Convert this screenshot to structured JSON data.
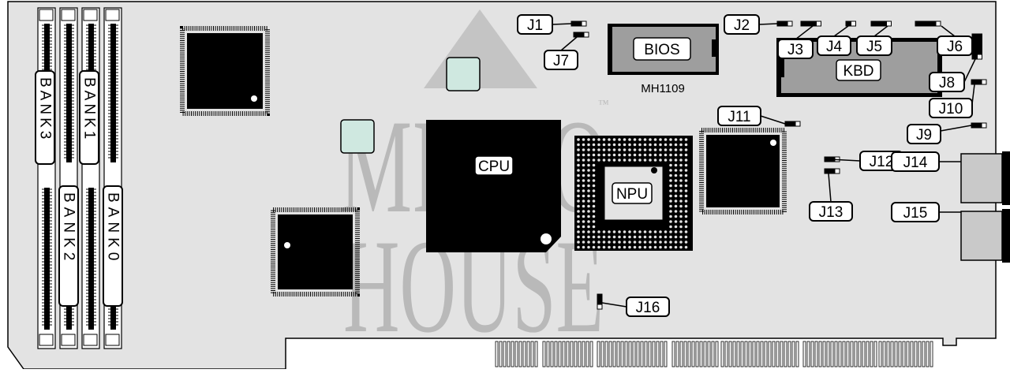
{
  "diagram": {
    "watermark": {
      "line1": "MICRO",
      "line2": "HOUSE",
      "trademark": "™"
    },
    "chips": {
      "bios": "BIOS",
      "bios_part": "MH1109",
      "kbd": "KBD",
      "cpu": "CPU",
      "npu": "NPU"
    },
    "banks": [
      "BANK3",
      "BANK1",
      "BANK2",
      "BANK0"
    ],
    "jumpers": [
      "J1",
      "J2",
      "J3",
      "J4",
      "J5",
      "J6",
      "J7",
      "J8",
      "J9",
      "J10",
      "J11",
      "J12",
      "J13",
      "J14",
      "J15",
      "J16"
    ],
    "colors": {
      "board": "#e3e3e3",
      "outline": "#000000",
      "watermark": "#b9b9b9",
      "heatsink": "#cfe8e0"
    }
  }
}
